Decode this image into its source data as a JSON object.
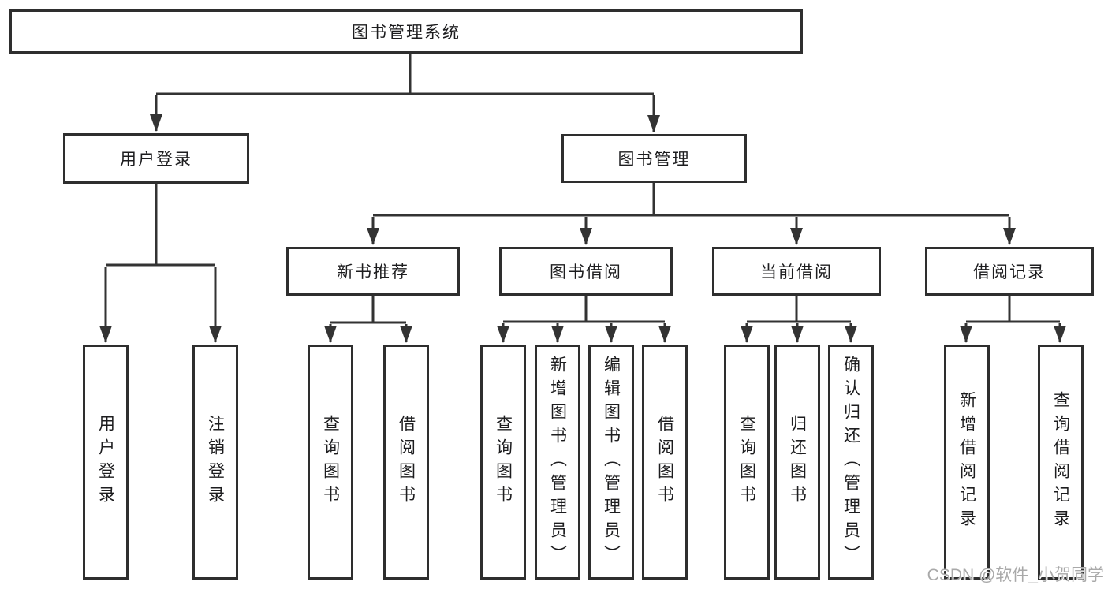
{
  "diagram": {
    "type": "hierarchy-tree",
    "root": "图书管理系统",
    "level2": [
      "用户登录",
      "图书管理"
    ],
    "level3": [
      "新书推荐",
      "图书借阅",
      "当前借阅",
      "借阅记录"
    ],
    "leaves": {
      "user_login": [
        "用户登录",
        "注销登录"
      ],
      "new_book_rec": [
        "查询图书",
        "借阅图书"
      ],
      "book_borrow": [
        "查询图书",
        "新增图书（管理员）",
        "编辑图书（管理员）",
        "借阅图书"
      ],
      "current_borrow": [
        "查询图书",
        "归还图书",
        "确认归还（管理员）"
      ],
      "borrow_record": [
        "新增借阅记录",
        "查询借阅记录"
      ]
    }
  },
  "watermark": "CSDN @软件_小贺同学",
  "colors": {
    "line": "#333333",
    "box_border": "#2e2e2e",
    "text": "#1d1d1f",
    "watermark": "#a9a9a9",
    "background": "#ffffff"
  }
}
